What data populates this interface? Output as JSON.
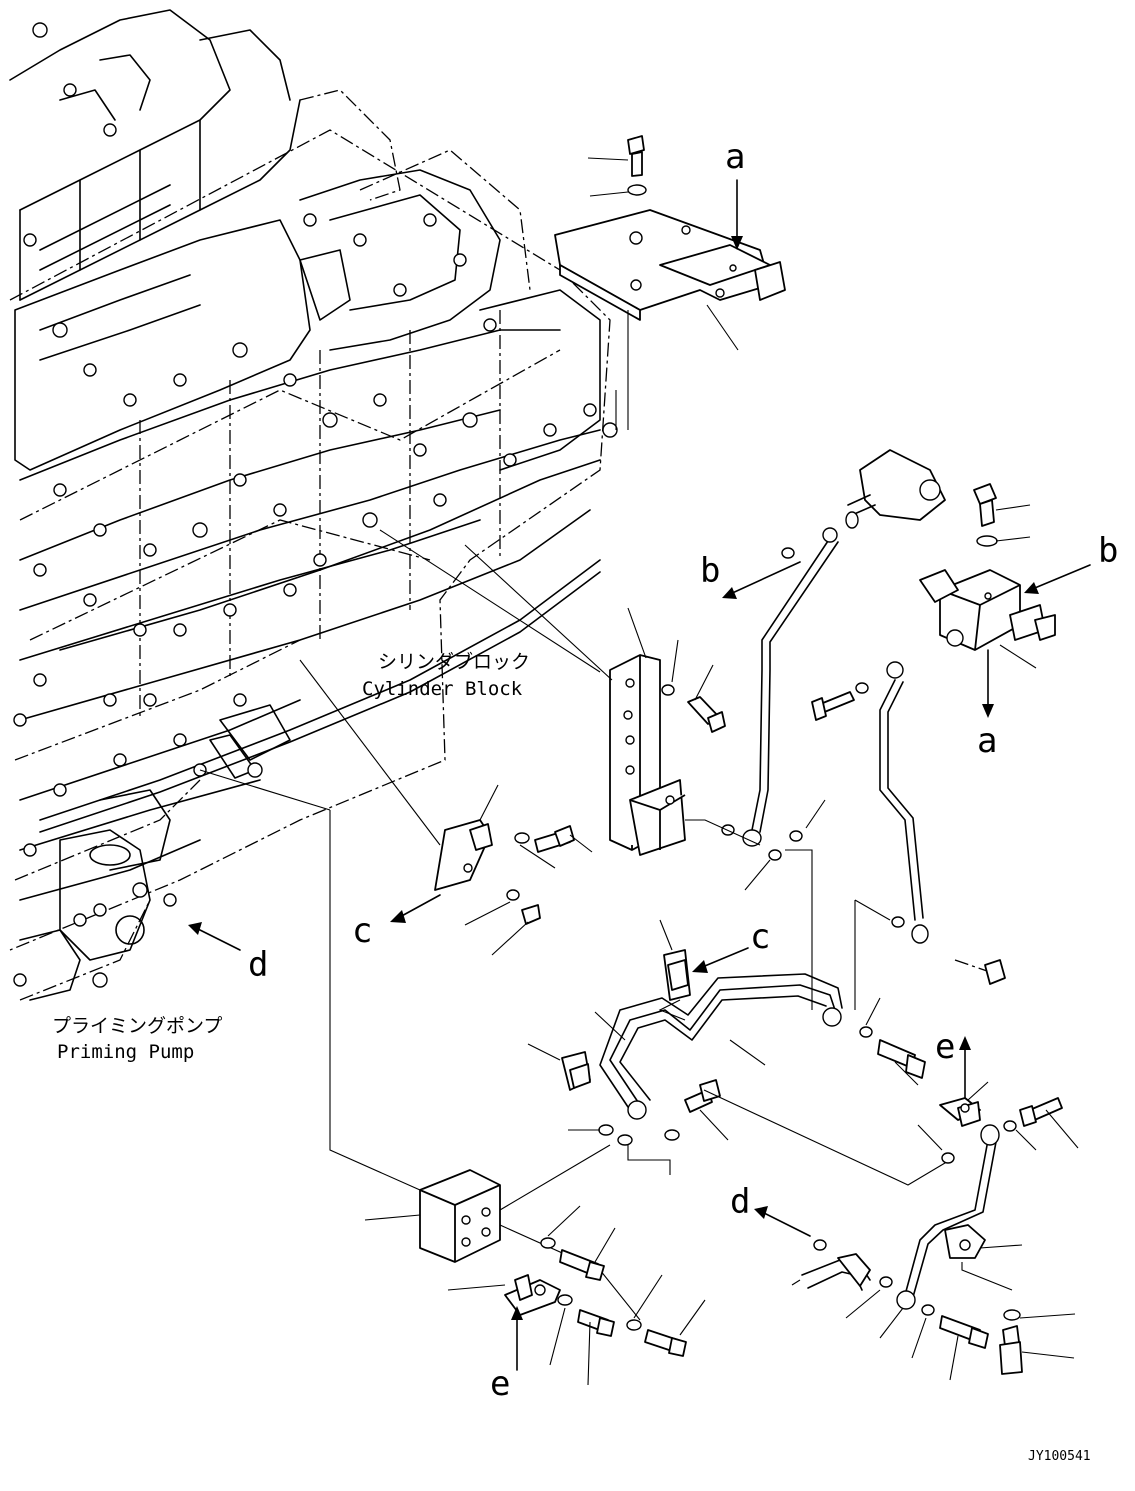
{
  "labels": {
    "a": "a",
    "b": "b",
    "c": "c",
    "d": "d",
    "e": "e"
  },
  "captions": {
    "cylinder_block_jp": "シリンダブロック",
    "cylinder_block_en": "Cylinder Block",
    "priming_pump_jp": "プライミングポンプ",
    "priming_pump_en": "Priming Pump"
  },
  "drawing_code": "JY100541"
}
